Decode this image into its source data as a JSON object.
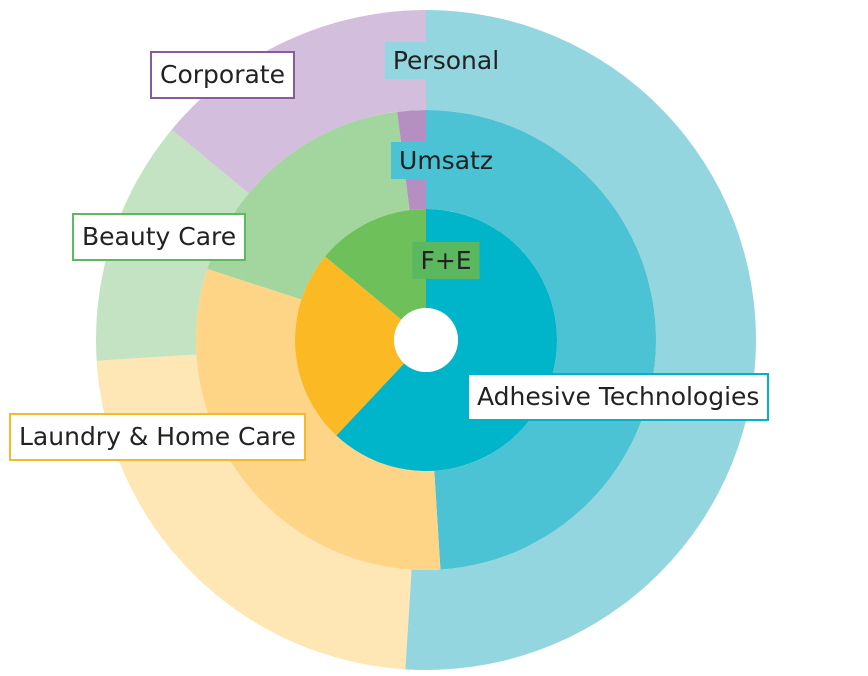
{
  "chart_data": {
    "type": "pie",
    "subtype": "nested-donut",
    "rings": [
      {
        "label": "F+E",
        "segments": [
          {
            "category": "Adhesive Technologies",
            "value": 62
          },
          {
            "category": "Laundry & Home Care",
            "value": 24
          },
          {
            "category": "Beauty Care",
            "value": 14
          }
        ]
      },
      {
        "label": "Umsatz",
        "segments": [
          {
            "category": "Adhesive Technologies",
            "value": 49
          },
          {
            "category": "Laundry & Home Care",
            "value": 31
          },
          {
            "category": "Beauty Care",
            "value": 18
          },
          {
            "category": "Corporate",
            "value": 2
          }
        ]
      },
      {
        "label": "Personal",
        "segments": [
          {
            "category": "Adhesive Technologies",
            "value": 51
          },
          {
            "category": "Laundry & Home Care",
            "value": 23
          },
          {
            "category": "Beauty Care",
            "value": 12
          },
          {
            "category": "Corporate",
            "value": 14
          }
        ]
      }
    ],
    "legend": [
      {
        "name": "Corporate",
        "color": "#8a5a9e"
      },
      {
        "name": "Beauty Care",
        "color": "#5fb760"
      },
      {
        "name": "Laundry & Home Care",
        "color": "#f5b82e"
      },
      {
        "name": "Adhesive Technologies",
        "color": "#00b3c8"
      }
    ],
    "colors": {
      "Adhesive Technologies": [
        "#00b4c9",
        "#4bc3d4",
        "#93d6e0"
      ],
      "Laundry & Home Care": [
        "#fbb923",
        "#fed587",
        "#fee6b5"
      ],
      "Beauty Care": [
        "#6ec05a",
        "#a3d59f",
        "#c4e3c2"
      ],
      "Corporate": [
        "#b58fc2",
        "#b58fc2",
        "#d4bedd"
      ]
    },
    "ring_label_bg": [
      "#5bb85e",
      "#4bc3d4",
      "#93d6e0"
    ]
  }
}
